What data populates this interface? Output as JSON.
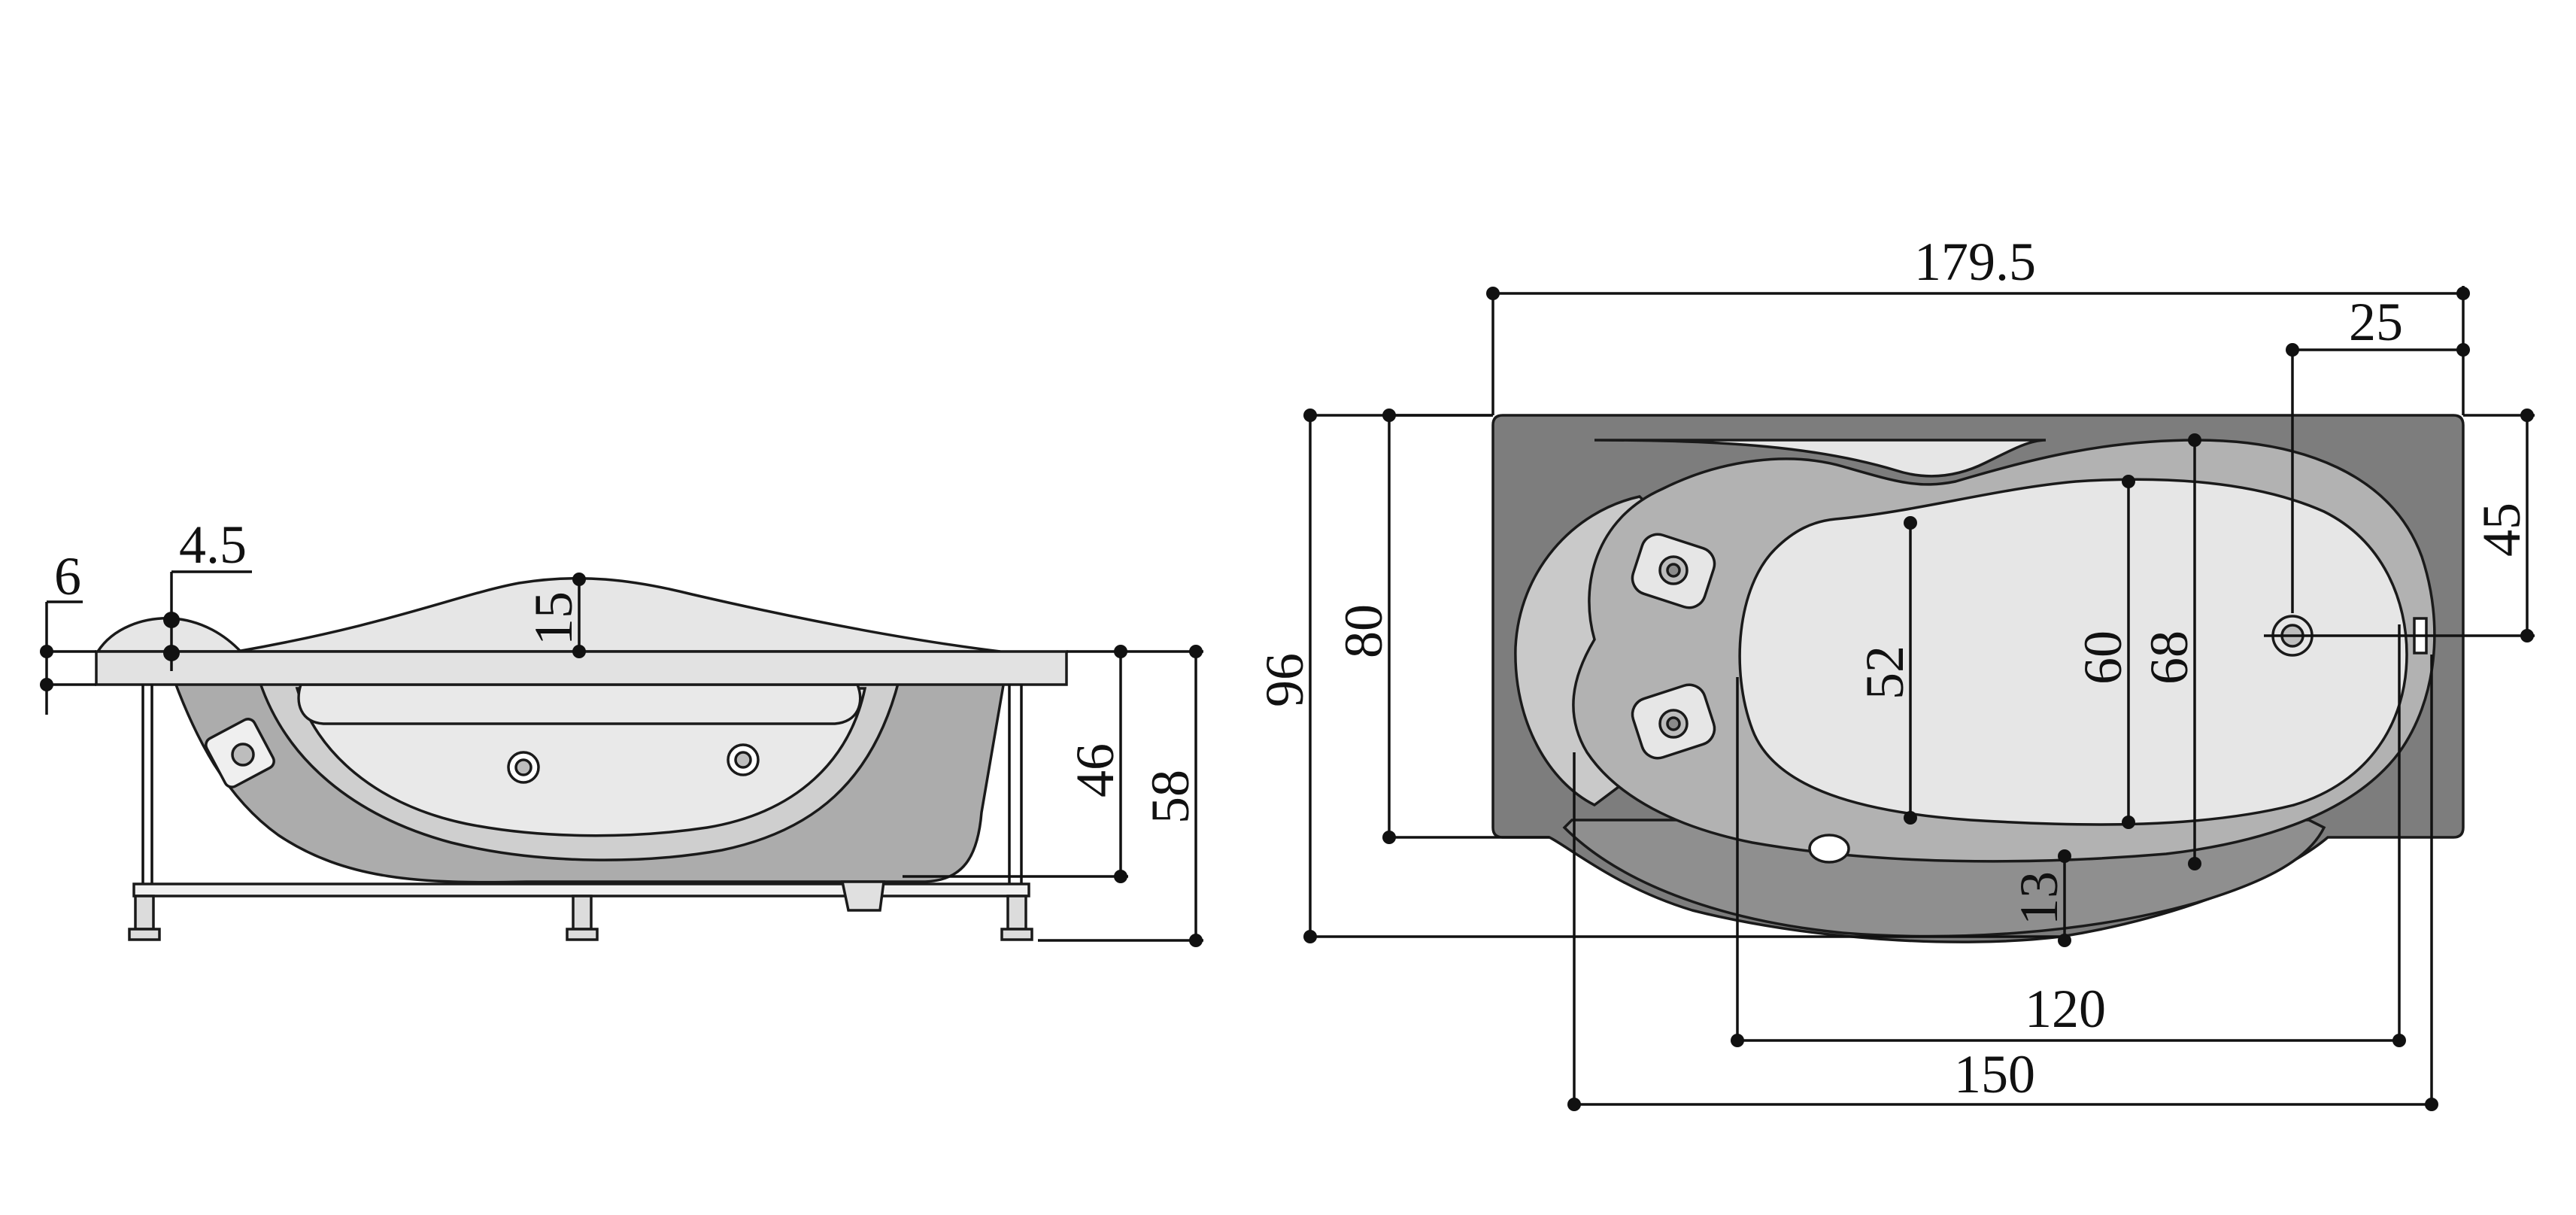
{
  "side_view": {
    "dimensions": {
      "rim_height": "6",
      "headrest_height": "4.5",
      "backrest_rise": "15",
      "tub_depth": "46",
      "total_height": "58"
    }
  },
  "top_view": {
    "dimensions": {
      "overall_length": "179.5",
      "drain_offset": "25",
      "drain_half_width": "45",
      "overall_width": "96",
      "rim_width": "80",
      "inner_width_52": "52",
      "inner_width_60": "60",
      "inner_width_68": "68",
      "apron_bulge": "13",
      "inner_length": "120",
      "basin_length": "150"
    }
  },
  "colors": {
    "light_gray": "#e6e6e6",
    "mid_gray": "#b0b0b0",
    "dark_gray": "#8a8a8a",
    "rim_dark": "#7d7d7d",
    "line": "#111111"
  }
}
